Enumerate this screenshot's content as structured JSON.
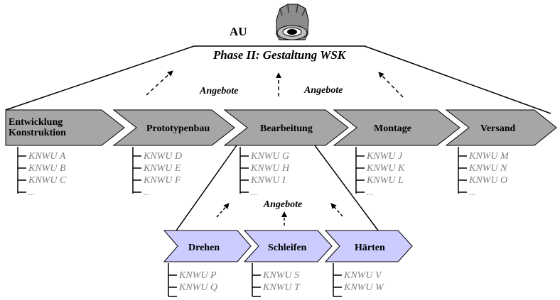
{
  "header": {
    "au_label": "AU",
    "phase_label": "Phase II: Gestaltung WSK"
  },
  "offers": {
    "top_left": "Angebote",
    "top_right": "Angebote",
    "bottom": "Angebote"
  },
  "process_steps": [
    {
      "line1": "Entwicklung",
      "line2": "Konstruktion",
      "suppliers": [
        "KNWU A",
        "KNWU B",
        "KNWU C",
        "..."
      ]
    },
    {
      "line1": "Prototypenbau",
      "line2": "",
      "suppliers": [
        "KNWU D",
        "KNWU E",
        "KNWU F",
        "..."
      ]
    },
    {
      "line1": "Bearbeitung",
      "line2": "",
      "suppliers": [
        "KNWU G",
        "KNWU H",
        "KNWU I",
        "..."
      ]
    },
    {
      "line1": "Montage",
      "line2": "",
      "suppliers": [
        "KNWU J",
        "KNWU K",
        "KNWU L",
        "..."
      ]
    },
    {
      "line1": "Versand",
      "line2": "",
      "suppliers": [
        "KNWU M",
        "KNWU N",
        "KNWU O",
        "..."
      ]
    }
  ],
  "sub_steps": [
    {
      "label": "Drehen",
      "suppliers": [
        "KNWU P",
        "KNWU Q",
        ""
      ]
    },
    {
      "label": "Schleifen",
      "suppliers": [
        "KNWU S",
        "KNWU T",
        ""
      ]
    },
    {
      "label": "Härten",
      "suppliers": [
        "KNWU V",
        "KNWU W",
        ""
      ]
    }
  ],
  "colors": {
    "main_fill": "#a6a6a6",
    "sub_fill": "#ccccff",
    "supplier_text": "#808080",
    "line": "#000000"
  },
  "icons": {
    "tool": "milling-cutter-icon"
  }
}
